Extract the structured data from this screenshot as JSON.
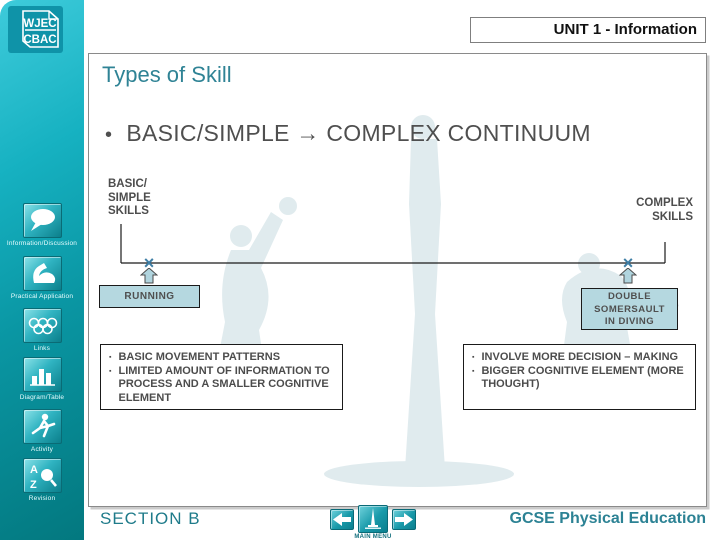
{
  "colors": {
    "accent_teal": "#1f7b8a",
    "sidebar_top": "#3ecbdb",
    "sidebar_bottom": "#03787f",
    "title_teal": "#2f8395",
    "highlight_box": "#b5d8e0",
    "body_text": "#4d4d4d",
    "marker_blue": "#3f7fa6"
  },
  "logo": {
    "line1": "WJEC",
    "line2": "CBAC"
  },
  "header": {
    "unit_label": "UNIT 1 - Information"
  },
  "sidebar": {
    "items": [
      {
        "label": "Information/Discussion",
        "icon": "speech-bubble-icon"
      },
      {
        "label": "Practical Application",
        "icon": "muscle-arm-icon"
      },
      {
        "label": "Links",
        "icon": "olympic-rings-icon"
      },
      {
        "label": "Diagram/Table",
        "icon": "bar-chart-icon"
      },
      {
        "label": "Activity",
        "icon": "runner-icon"
      },
      {
        "label": "Revision",
        "icon": "az-magnifier-icon"
      }
    ]
  },
  "slide": {
    "title": "Types of Skill",
    "headline": "BASIC/SIMPLE → COMPLEX CONTINUUM",
    "continuum": {
      "left_label": "BASIC/\nSIMPLE\nSKILLS",
      "right_label": "COMPLEX\nSKILLS",
      "left_marker": "×",
      "right_marker": "×",
      "left_example": "RUNNING",
      "right_example": "DOUBLE\nSOMERSAULT\nIN DIVING"
    },
    "left_box": {
      "items": [
        "BASIC MOVEMENT PATTERNS",
        "LIMITED AMOUNT OF INFORMATION TO PROCESS AND A SMALLER COGNITIVE ELEMENT"
      ]
    },
    "right_box": {
      "items": [
        "INVOLVE MORE DECISION – MAKING",
        "BIGGER COGNITIVE ELEMENT (MORE THOUGHT)"
      ]
    }
  },
  "footer": {
    "section_label": "SECTION B",
    "main_menu_label": "MAIN MENU",
    "course_label": "GCSE Physical Education",
    "nav": {
      "back_icon": "arrow-left-icon",
      "menu_icon": "monument-icon",
      "forward_icon": "arrow-right-icon"
    }
  }
}
